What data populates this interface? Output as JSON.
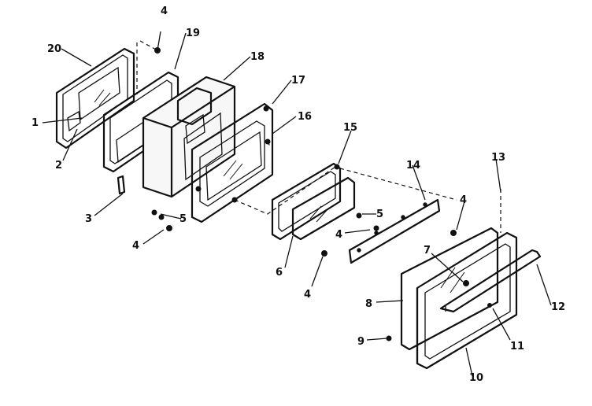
{
  "callouts": {
    "c1": "1",
    "c2": "2",
    "c3": "3",
    "c4a": "4",
    "c4b": "4",
    "c4c": "4",
    "c4d": "4",
    "c4e": "4",
    "c5a": "5",
    "c5b": "5",
    "c6": "6",
    "c7": "7",
    "c8": "8",
    "c9": "9",
    "c10": "10",
    "c11": "11",
    "c12": "12",
    "c13": "13",
    "c14": "14",
    "c15": "15",
    "c16": "16",
    "c17": "17",
    "c18": "18",
    "c19": "19",
    "c20": "20"
  }
}
